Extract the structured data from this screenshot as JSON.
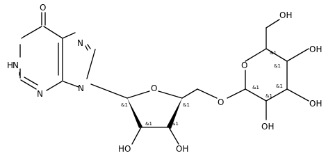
{
  "atoms": [
    {
      "id": "O6",
      "label": "O"
    },
    {
      "id": "N1",
      "label": "H"
    },
    {
      "id": "N1N",
      "label": "N"
    },
    {
      "id": "N7",
      "label": "N"
    },
    {
      "id": "N3",
      "label": "N"
    },
    {
      "id": "N9",
      "label": "N"
    },
    {
      "id": "O4r",
      "label": "O"
    },
    {
      "id": "O5r",
      "label": "O"
    },
    {
      "id": "O2r",
      "label": "HO"
    },
    {
      "id": "O3r",
      "label": "OH"
    },
    {
      "id": "O5g",
      "label": "O"
    },
    {
      "id": "O6g",
      "label": "OH"
    },
    {
      "id": "O4g",
      "label": "OH"
    },
    {
      "id": "O3g",
      "label": "OH"
    },
    {
      "id": "O2g",
      "label": "OH"
    }
  ],
  "stereo_labels": [
    {
      "id": "s1",
      "text": "&1"
    },
    {
      "id": "s2",
      "text": "&1"
    },
    {
      "id": "s3",
      "text": "&1"
    },
    {
      "id": "s4",
      "text": "&1"
    },
    {
      "id": "s5",
      "text": "&1"
    },
    {
      "id": "s6",
      "text": "&1"
    },
    {
      "id": "s7",
      "text": "&1"
    },
    {
      "id": "s8",
      "text": "&1"
    },
    {
      "id": "s9",
      "text": "&1"
    }
  ]
}
